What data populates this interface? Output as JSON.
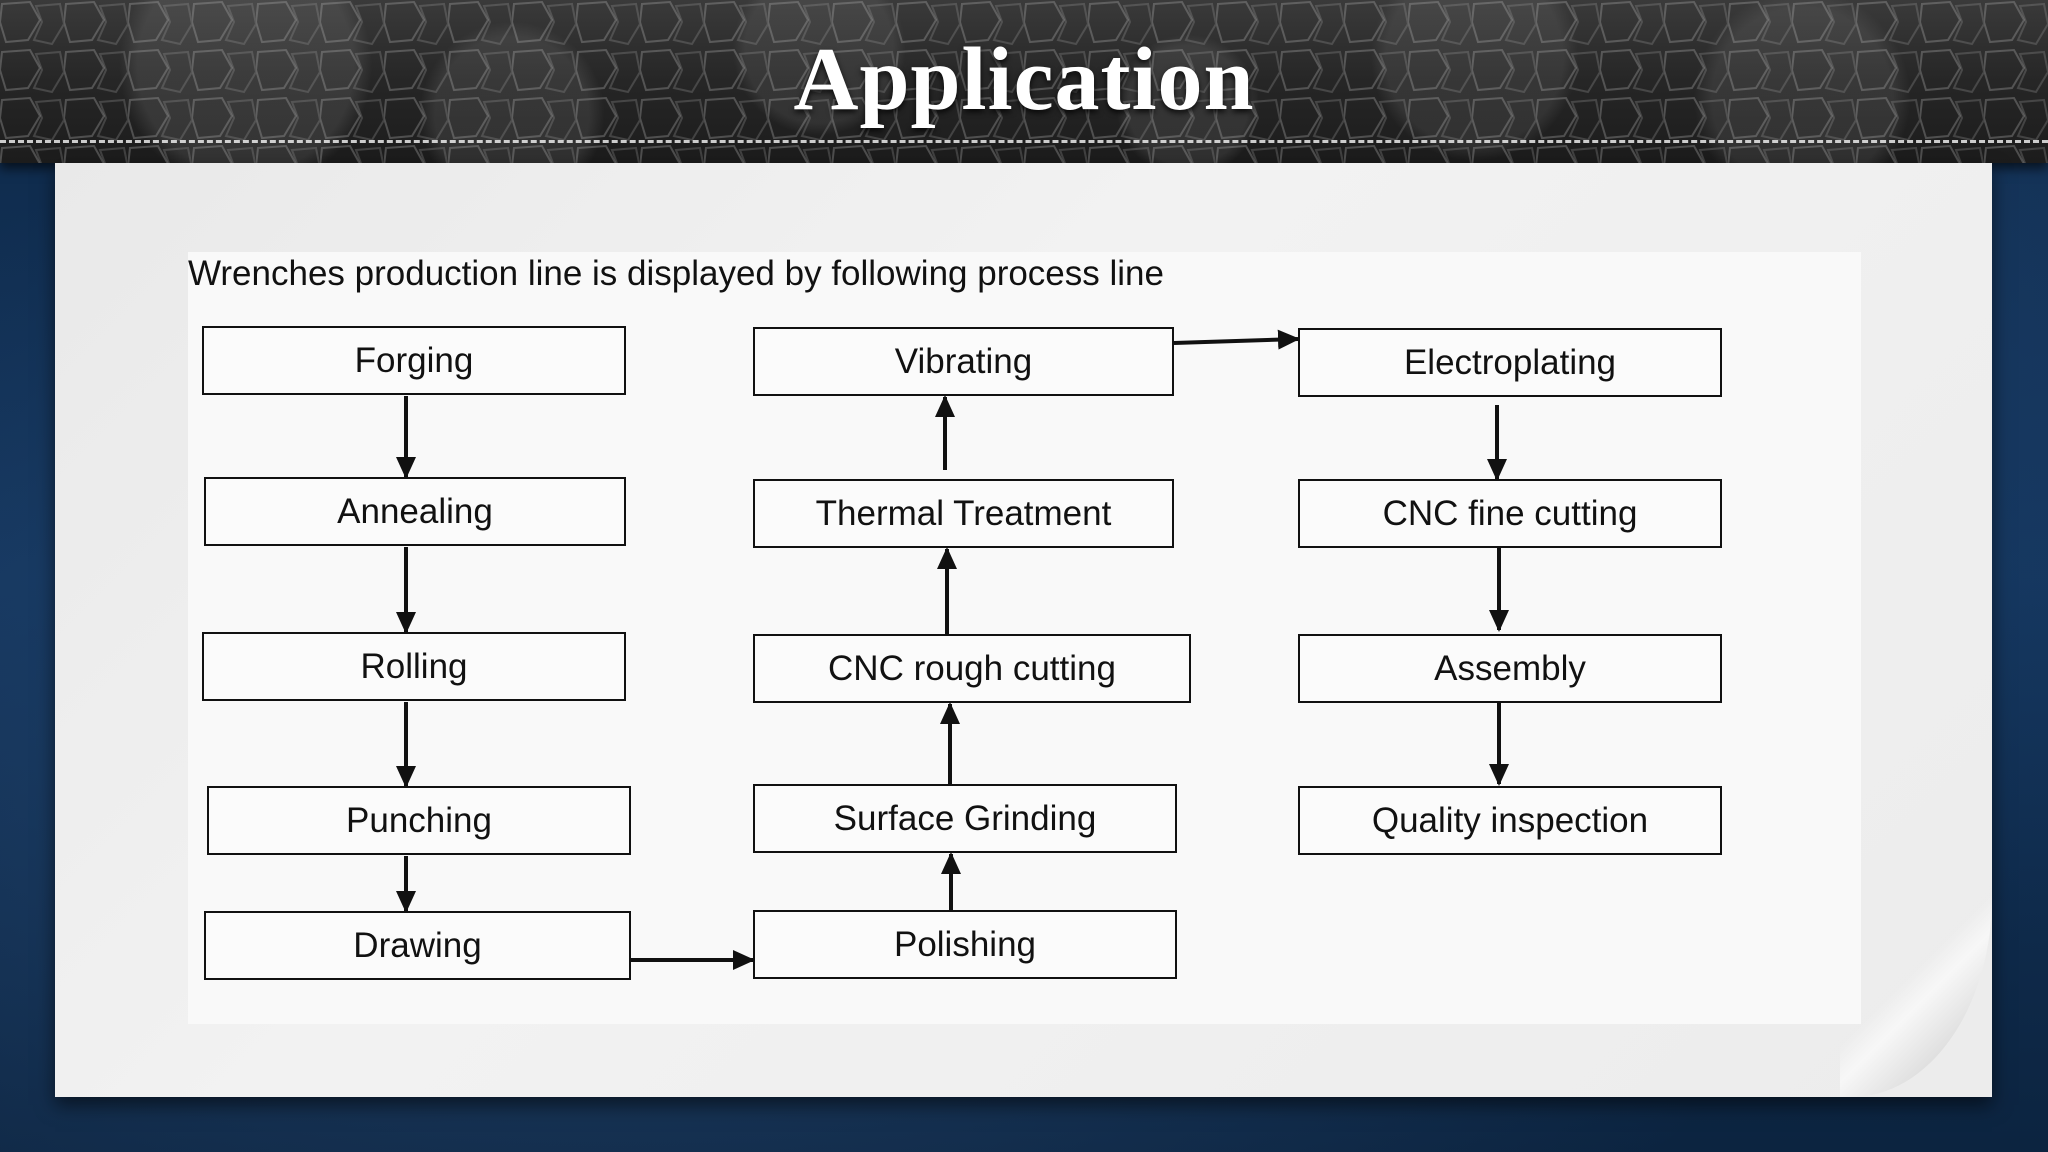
{
  "slide": {
    "title": "Application",
    "subtitle": "Wrenches production line is displayed by following process line"
  },
  "diagram": {
    "steps": {
      "forging": "Forging",
      "annealing": "Annealing",
      "rolling": "Rolling",
      "punching": "Punching",
      "drawing": "Drawing",
      "polishing": "Polishing",
      "surface_grinding": "Surface Grinding",
      "cnc_rough_cutting": "CNC rough cutting",
      "thermal_treatment": "Thermal Treatment",
      "vibrating": "Vibrating",
      "electroplating": "Electroplating",
      "cnc_fine_cutting": "CNC fine cutting",
      "assembly": "Assembly",
      "quality_inspection": "Quality inspection"
    },
    "flow": [
      [
        "Forging",
        "Annealing"
      ],
      [
        "Annealing",
        "Rolling"
      ],
      [
        "Rolling",
        "Punching"
      ],
      [
        "Punching",
        "Drawing"
      ],
      [
        "Drawing",
        "Polishing"
      ],
      [
        "Polishing",
        "Surface Grinding"
      ],
      [
        "Surface Grinding",
        "CNC rough cutting"
      ],
      [
        "CNC rough cutting",
        "Thermal Treatment"
      ],
      [
        "Thermal Treatment",
        "Vibrating"
      ],
      [
        "Vibrating",
        "Electroplating"
      ],
      [
        "Electroplating",
        "CNC fine cutting"
      ],
      [
        "CNC fine cutting",
        "Assembly"
      ],
      [
        "Assembly",
        "Quality inspection"
      ]
    ]
  }
}
